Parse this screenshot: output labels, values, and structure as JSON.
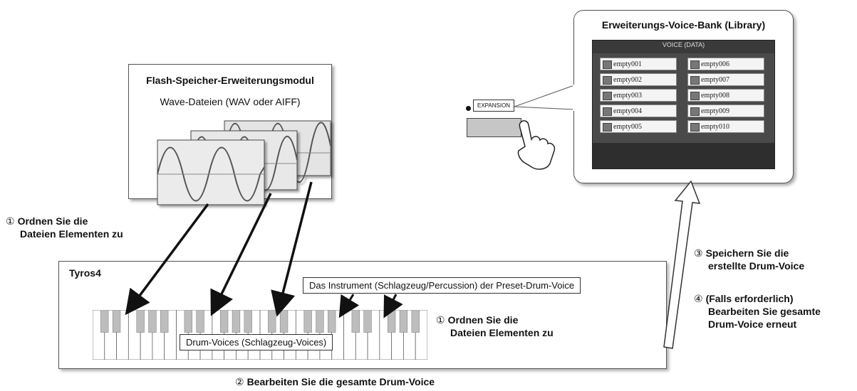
{
  "flash_module": {
    "title": "Flash-Speicher-Erweiterungsmodul",
    "subtitle": "Wave-Dateien (WAV oder AIFF)"
  },
  "expansion_bank": {
    "title": "Erweiterungs-Voice-Bank (Library)",
    "screen_header": "VOICE (DATA)",
    "slots_left": [
      "empty001",
      "empty002",
      "empty003",
      "empty004",
      "empty005"
    ],
    "slots_right": [
      "empty006",
      "empty007",
      "empty008",
      "empty009",
      "empty010"
    ]
  },
  "expansion_button": {
    "label": "EXPANSION"
  },
  "tyros": {
    "title": "Tyros4",
    "instrument_label": "Das Instrument (Schlagzeug/Percussion) der Preset-Drum-Voice",
    "keyboard_label": "Drum-Voices (Schlagzeug-Voices)"
  },
  "steps": {
    "step1_left": {
      "num": "①",
      "line1": "Ordnen Sie die",
      "line2": "Dateien Elementen zu"
    },
    "step1_right": {
      "num": "①",
      "line1": "Ordnen Sie die",
      "line2": "Dateien Elementen zu"
    },
    "step2": {
      "num": "②",
      "line1": "Bearbeiten Sie die gesamte Drum-Voice"
    },
    "step3": {
      "num": "③",
      "line1": "Speichern Sie die",
      "line2": "erstellte Drum-Voice"
    },
    "step4": {
      "num": "④",
      "line1": "(Falls erforderlich)",
      "line2": "Bearbeiten Sie gesamte",
      "line3": "Drum-Voice erneut"
    }
  },
  "colors": {
    "screen_bg": "#4a4a4a",
    "key_gray": "#bdbdbd"
  },
  "icons": [
    "pointing-hand-icon",
    "wave-icon",
    "arrow-icon"
  ]
}
